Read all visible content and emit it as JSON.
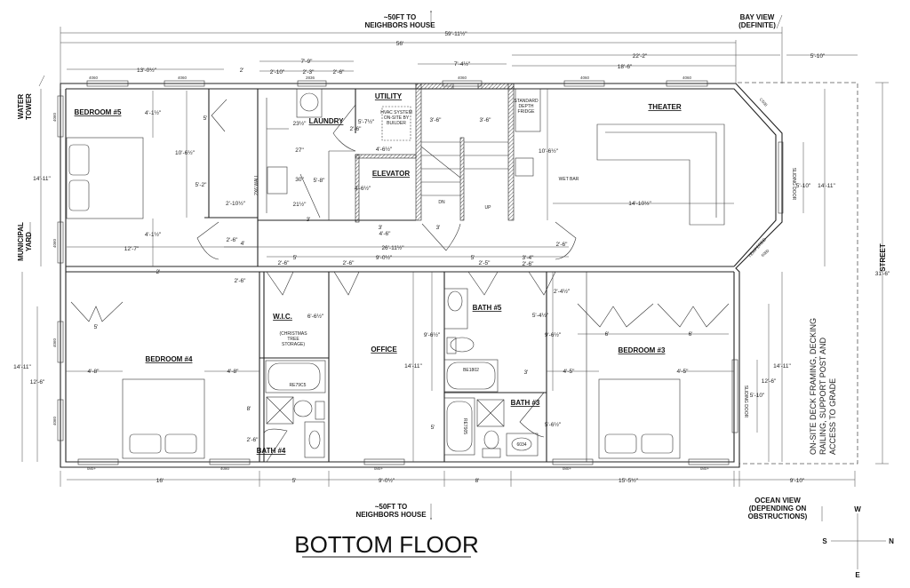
{
  "title": "BOTTOM FLOOR",
  "rooms": [
    "BEDROOM #5",
    "LAUNDRY",
    "UTILITY",
    "ELEVATOR",
    "THEATER",
    "W.I.C.",
    "OFFICE",
    "BATH #5",
    "BEDROOM #4",
    "BEDROOM #3",
    "BATH #3",
    "BATH #4"
  ],
  "site_labels": {
    "neighbors_top": [
      "~50FT TO",
      "NEIGHBORS HOUSE"
    ],
    "bay_view": [
      "BAY VIEW",
      "(DEFINITE)"
    ],
    "water_tower": [
      "WATER",
      "TOWER"
    ],
    "municipal_yard": [
      "MUNICIPAL",
      "YARD"
    ],
    "street": "STREET",
    "neighbors_bottom": [
      "~50FT TO",
      "NEIGHBORS HOUSE"
    ],
    "ocean_view": [
      "OCEAN VIEW",
      "(DEPENDING ON",
      "OBSTRUCTIONS)"
    ]
  },
  "deck_note": [
    "ON-SITE DECK FRAMING, DECKING",
    "RAILING, SUPPORT POST AND",
    "ACCESS TO GRADE"
  ],
  "compass": {
    "w": "W",
    "e": "E",
    "s": "S",
    "n": "N"
  },
  "dimensions": [
    "59'-11½\"",
    "56'",
    "13'-0½\"",
    "2'",
    "7'-9\"",
    "2'-10\"",
    "2'-3\"",
    "2'-6\"",
    "7'-4½\"",
    "22'-2\"",
    "18'-6\"",
    "5'-10\"",
    "4'-1½\"",
    "10'-6½\"",
    "5'",
    "5'-2\"",
    "2'-10½\"",
    "4'-1½\"",
    "12'-7\"",
    "14'-11\"",
    "2'-6\"",
    "4'",
    "2'",
    "23½\"",
    "2'-6\"",
    "5'-7½\"",
    "27\"",
    "30\"",
    "5'-8\"",
    "21½\"",
    "3'",
    "4'-6½\"",
    "4'-6½\"",
    "3'",
    "4'-6\"",
    "3'-6\"",
    "3'-6\"",
    "3'",
    "10'-6½\"",
    "14'-10½\"",
    "5'-10\"",
    "14'-11\"",
    "26'-11½\"",
    "5'",
    "2'-6\"",
    "2'-6\"",
    "9'-0½\"",
    "5'",
    "2'-5\"",
    "3'-4\"",
    "2'-6\"",
    "2'-6\"",
    "2'-6\"",
    "5'",
    "14'-11\"",
    "12'-6\"",
    "4'-8\"",
    "4'-8\"",
    "8'",
    "2'-6\"",
    "6'-6½\"",
    "14'-11\"",
    "9'-6½\"",
    "5'",
    "3'",
    "9'-6½\"",
    "5'-4½\"",
    "2'-4½\"",
    "4'-5\"",
    "4'-5\"",
    "6'",
    "6'",
    "5'-6½\"",
    "14'-11\"",
    "12'-6\"",
    "5'-10\"",
    "16'",
    "5'",
    "9'-0½\"",
    "8'",
    "15'-5½\"",
    "9'-10\"",
    "31'-6\""
  ],
  "window_tags": [
    "4060",
    "4060",
    "4060",
    "4060",
    "4060",
    "2836",
    "4060",
    "4060",
    "4060",
    "4060",
    "080+",
    "4080",
    "080+",
    "080+",
    "080+",
    "6080",
    "C508"
  ],
  "fixture_labels": [
    "HVAC SYSTEM",
    "ON-SITE BY",
    "BUILDER",
    "STANDARD",
    "DEPTH",
    "FRIDGE",
    "WET BAR",
    "DN",
    "UP",
    "2X6 WALL",
    "SLIDING DOOR",
    "SLIDING DOOR",
    "TEMPERED",
    "(CHRISTMAS",
    "TREE",
    "STORAGE)",
    "RE79C5",
    "BE1802",
    "RE7905",
    "6034"
  ]
}
